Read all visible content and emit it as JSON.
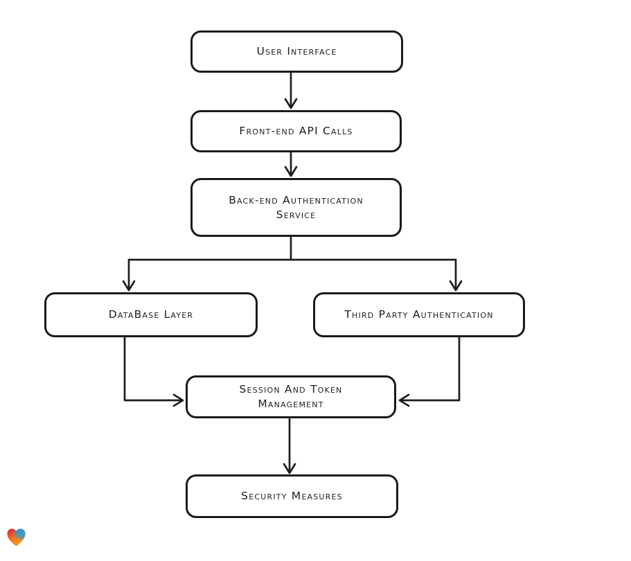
{
  "diagram": {
    "type": "flowchart",
    "style": "hand-drawn",
    "background_color": "#ffffff",
    "stroke_color": "#1d1d1d",
    "nodes": [
      {
        "id": "user-interface",
        "label": "User Interface"
      },
      {
        "id": "front-end-api-calls",
        "label": "Front-end API Calls"
      },
      {
        "id": "back-end-authentication-service",
        "label": "Back-end Authentication Service"
      },
      {
        "id": "database-layer",
        "label": "DataBase Layer"
      },
      {
        "id": "third-party-authentication",
        "label": "Third Party Authentication"
      },
      {
        "id": "session-and-token-management",
        "label": "Session And Token Management"
      },
      {
        "id": "security-measures",
        "label": "Security Measures"
      }
    ],
    "edges": [
      {
        "from": "user-interface",
        "to": "front-end-api-calls"
      },
      {
        "from": "front-end-api-calls",
        "to": "back-end-authentication-service"
      },
      {
        "from": "back-end-authentication-service",
        "to": "database-layer"
      },
      {
        "from": "back-end-authentication-service",
        "to": "third-party-authentication"
      },
      {
        "from": "database-layer",
        "to": "session-and-token-management"
      },
      {
        "from": "third-party-authentication",
        "to": "session-and-token-management"
      },
      {
        "from": "session-and-token-management",
        "to": "security-measures"
      }
    ]
  },
  "logo": {
    "name": "gradient-heart",
    "colors": {
      "top_left": "#e4252b",
      "top_right": "#2a9ed8",
      "bottom": "#f6a11c"
    }
  }
}
